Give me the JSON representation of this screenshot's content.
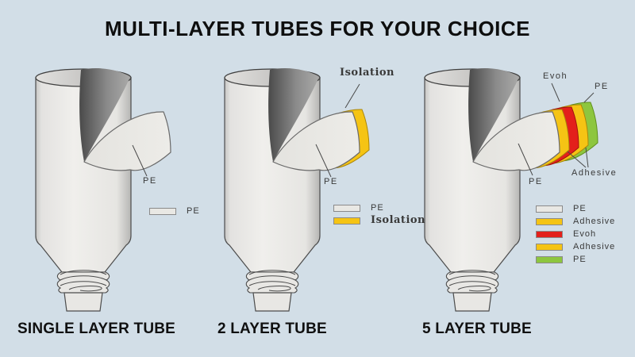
{
  "title": "MULTI-LAYER TUBES FOR YOUR CHOICE",
  "colors": {
    "background": "#d2dee7",
    "pe": "#e9e8e4",
    "adhesive": "#f5c414",
    "evoh": "#e3201b",
    "pe_outer": "#8dc63f",
    "label_text": "#3a3a3a",
    "caption_text": "#101010"
  },
  "tubes": [
    {
      "caption": "SINGLE LAYER TUBE",
      "callouts": {
        "flap": "PE"
      },
      "legend": [
        {
          "label": "PE",
          "color": "pe"
        }
      ]
    },
    {
      "caption": "2 LAYER TUBE",
      "callouts": {
        "outer": "Isolation",
        "flap": "PE"
      },
      "legend": [
        {
          "label": "PE",
          "color": "pe"
        },
        {
          "label": "Isolation",
          "color": "adhesive"
        }
      ]
    },
    {
      "caption": "5 LAYER TUBE",
      "callouts": {
        "evoh": "Evoh",
        "outer_pe": "PE",
        "adhesive": "Adhesive",
        "flap": "PE"
      },
      "legend": [
        {
          "label": "PE",
          "color": "pe"
        },
        {
          "label": "Adhesive",
          "color": "adhesive"
        },
        {
          "label": "Evoh",
          "color": "evoh"
        },
        {
          "label": "Adhesive",
          "color": "adhesive"
        },
        {
          "label": "PE",
          "color": "pe_outer"
        }
      ]
    }
  ]
}
